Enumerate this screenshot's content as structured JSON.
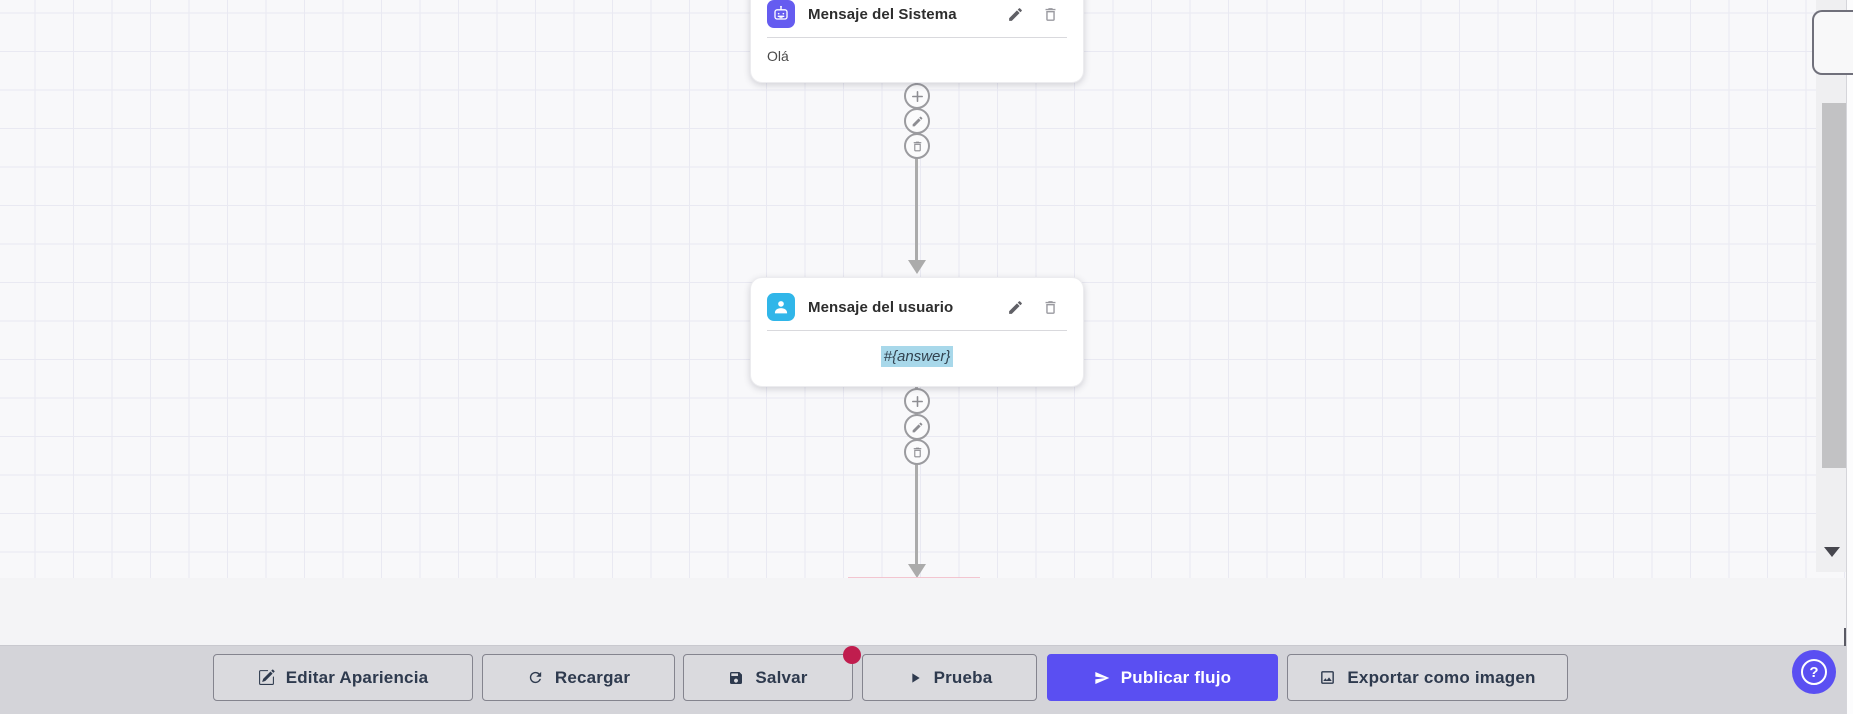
{
  "flow": {
    "nodes": [
      {
        "type": "system-message",
        "icon": "robot-icon",
        "icon_bg": "#655cf0",
        "title": "Mensaje del Sistema",
        "content": "Olá",
        "actions": [
          {
            "icon": "pencil-icon"
          },
          {
            "icon": "trash-icon"
          }
        ]
      },
      {
        "type": "user-message",
        "icon": "user-icon",
        "icon_bg": "#30b6e9",
        "title": "Mensaje del usuario",
        "content": "#{answer}",
        "content_highlighted": true,
        "actions": [
          {
            "icon": "pencil-icon"
          },
          {
            "icon": "trash-icon"
          }
        ]
      }
    ],
    "connectors": [
      {
        "actions": [
          {
            "icon": "plus-icon"
          },
          {
            "icon": "pencil-icon"
          },
          {
            "icon": "trash-icon"
          }
        ]
      },
      {
        "actions": [
          {
            "icon": "plus-icon"
          },
          {
            "icon": "pencil-icon"
          },
          {
            "icon": "trash-icon"
          }
        ]
      }
    ]
  },
  "toolbar": {
    "buttons": [
      {
        "label": "Editar Apariencia",
        "icon": "edit-square-icon"
      },
      {
        "label": "Recargar",
        "icon": "refresh-icon"
      },
      {
        "label": "Salvar",
        "icon": "save-icon",
        "has_notification_dot": true
      },
      {
        "label": "Prueba",
        "icon": "play-icon"
      },
      {
        "label": "Publicar flujo",
        "icon": "rocket-icon",
        "primary": true
      },
      {
        "label": "Exportar como imagen",
        "icon": "image-icon"
      }
    ]
  },
  "help_button": {
    "label": "?",
    "icon": "question-icon"
  },
  "colors": {
    "primary": "#5a4ff2",
    "system_icon_bg": "#655cf0",
    "user_icon_bg": "#30b6e9",
    "notification_dot": "#c01d4e",
    "answer_highlight": "#a8d8ea",
    "canvas_bg": "#f8f8fa",
    "grid_line": "#e9e9f2",
    "toolbar_bg": "#d4d4d9",
    "connector_gray": "#ababab"
  }
}
